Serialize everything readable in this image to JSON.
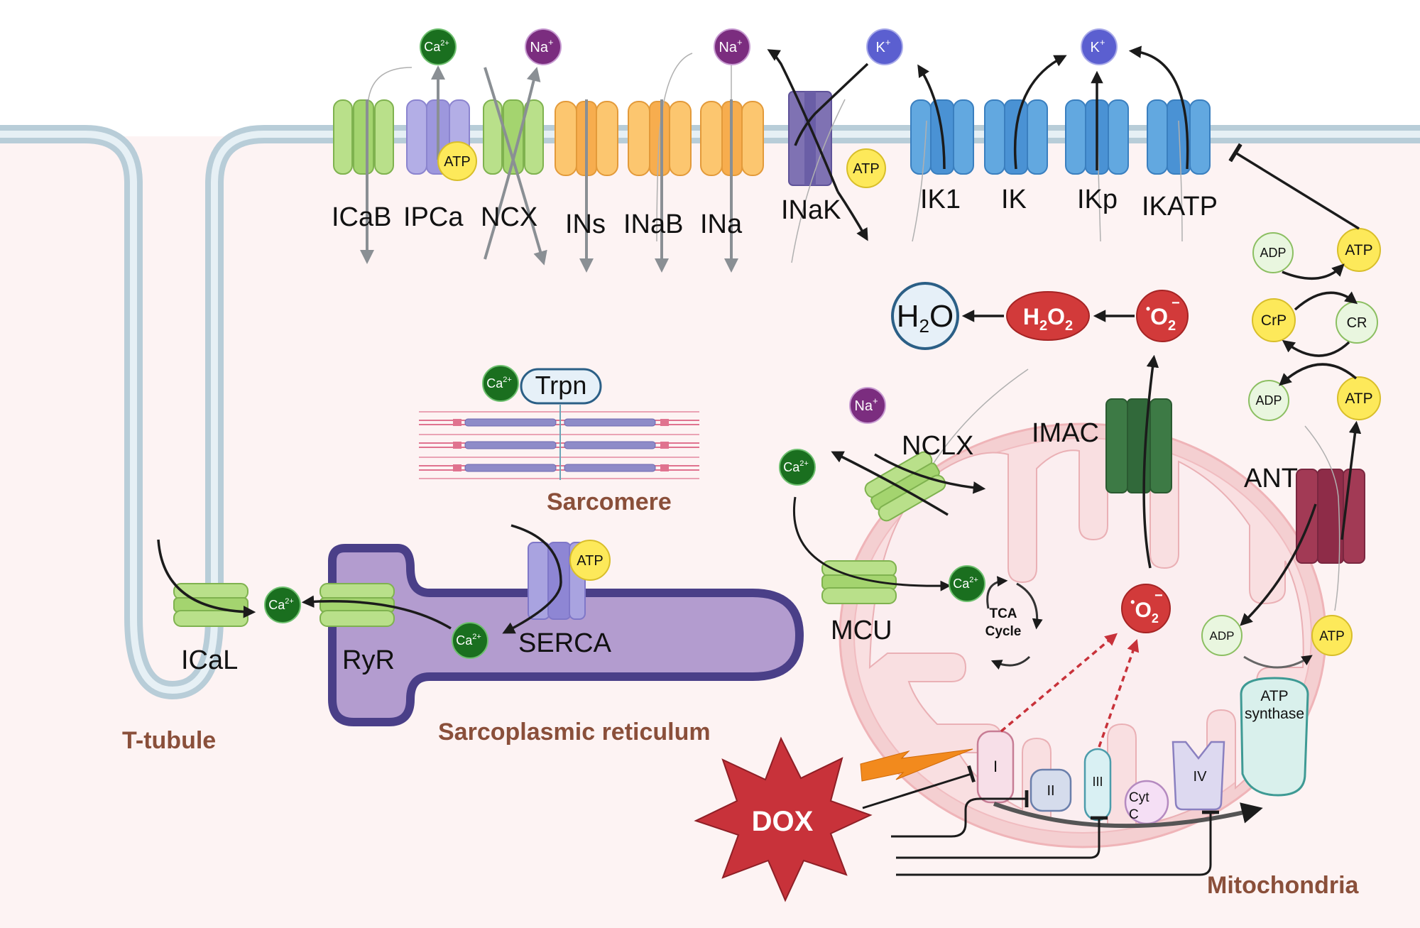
{
  "channels": {
    "icab": "ICaB",
    "ipca": "IPCa",
    "ncx": "NCX",
    "ins": "INs",
    "inab": "INaB",
    "ina": "INa",
    "inak": "INaK",
    "ik1": "IK1",
    "ik": "IK",
    "ikp": "IKp",
    "ikatp": "IKATP",
    "ical": "ICaL",
    "ryr": "RyR",
    "serca": "SERCA",
    "nclx": "NCLX",
    "mcu": "MCU",
    "imac": "IMAC",
    "ant": "ANT"
  },
  "ions": {
    "ca": "Ca",
    "ca_sup": "2+",
    "na": "Na",
    "na_sup": "+",
    "k": "K",
    "k_sup": "+"
  },
  "molecules": {
    "atp": "ATP",
    "adp": "ADP",
    "crp": "CrP",
    "cr": "CR",
    "h2o_h": "H",
    "h2o_sub": "2",
    "h2o_o": "O",
    "h2o2_h": "H",
    "h2o2_sub1": "2",
    "h2o2_o": "O",
    "h2o2_sub2": "2",
    "superoxide_o": "O",
    "superoxide_sub": "2",
    "superoxide_dot": "•",
    "superoxide_minus": "−"
  },
  "structures": {
    "trpn": "Trpn",
    "sarcomere": "Sarcomere",
    "sarcoplasmic_reticulum": "Sarcoplasmic reticulum",
    "t_tubule": "T-tubule",
    "mitochondria": "Mitochondria",
    "tca_line1": "TCA",
    "tca_line2": "Cycle",
    "atp_synthase_line1": "ATP",
    "atp_synthase_line2": "synthase",
    "complex_i": "I",
    "complex_ii": "II",
    "complex_iii": "III",
    "complex_iv": "IV",
    "cytc_line1": "Cyt",
    "cytc_line2": "C"
  },
  "drug": {
    "label": "DOX"
  },
  "colors": {
    "membrane": "#b8cdd8",
    "cytosol": "#fdf3f3",
    "ca_ion": "#1a6f1f",
    "na_ion": "#7b2d7f",
    "k_ion": "#5b5fd0",
    "atp": "#fde95a",
    "ros": "#d63a3a",
    "dox": "#c8323a",
    "label_brown": "#8a4f3a"
  }
}
